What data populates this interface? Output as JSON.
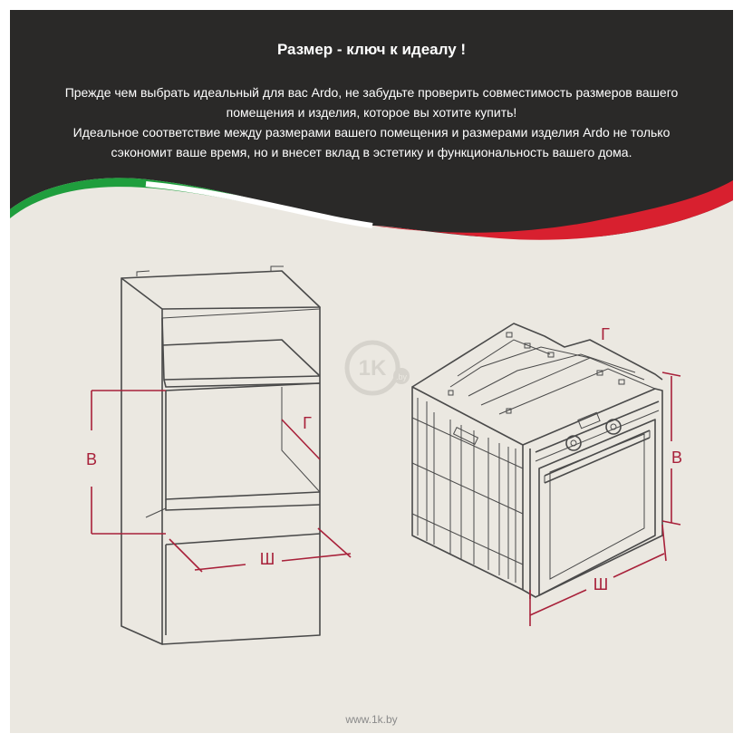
{
  "banner": {
    "title": "Размер - ключ к идеалу !",
    "paragraphs": [
      "Прежде чем выбрать идеальный для вас Ardo, не забудьте проверить совместимость размеров вашего помещения и изделия, которое вы хотите купить!",
      "Идеальное соответствие между размерами вашего помещения и размерами изделия Ardo не только сэкономит ваше время, но и внесет вклад в эстетику и функциональность вашего дома."
    ]
  },
  "colors": {
    "banner_bg": "#2a2928",
    "flag_green": "#1f9e3d",
    "flag_red": "#d8202f",
    "dimension": "#a8213a",
    "card_bg": "#ebe8e1"
  },
  "diagram": {
    "cabinet": {
      "height_label": "В",
      "width_label": "Ш",
      "depth_label": "Г"
    },
    "oven": {
      "height_label": "В",
      "width_label": "Ш",
      "depth_label": "Г"
    }
  },
  "watermark": {
    "logo_text": "1K",
    "suffix": ".by"
  },
  "footer": {
    "source": "www.1k.by"
  }
}
